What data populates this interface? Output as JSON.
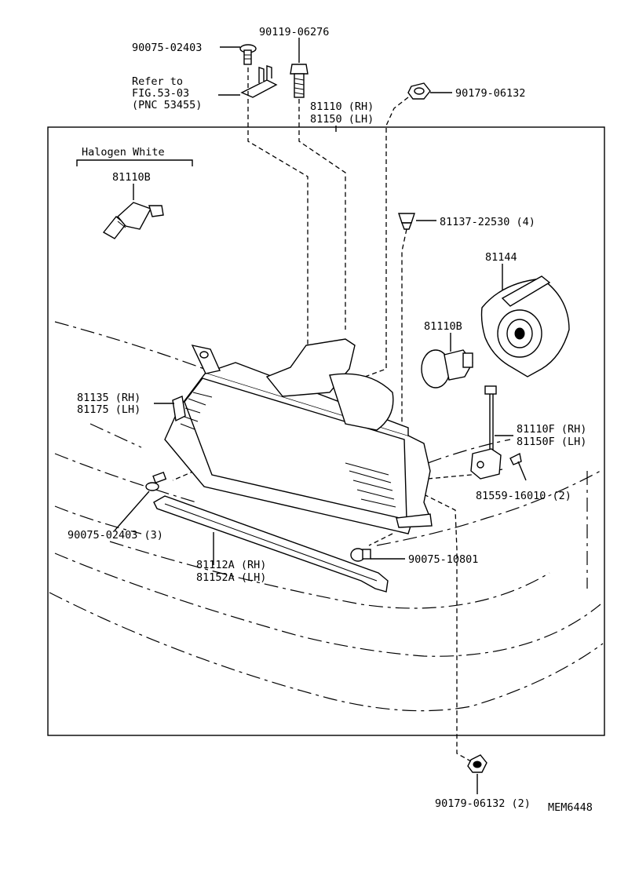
{
  "labels": {
    "screw_top": "90075-02403",
    "bolt_top": "90119-06276",
    "refer_line1": "Refer to",
    "refer_line2": "FIG.53-03",
    "refer_line3": "(PNC 53455)",
    "lamp_rh": "81110 (RH)",
    "lamp_lh": "81150 (LH)",
    "nut_top": "90179-06132",
    "halogen": "Halogen White",
    "bulb_halogen": "81110B",
    "clip": "81137-22530 (4)",
    "cover": "81144",
    "bulb_side": "81110B",
    "side_rh": "81135 (RH)",
    "side_lh": "81175 (LH)",
    "socket_rh": "81110F (RH)",
    "socket_lh": "81150F (LH)",
    "screw_socket": "81559-16010 (2)",
    "screw_left": "90075-02403 (3)",
    "screw_bottom": "90075-10801",
    "molding_rh": "81112A (RH)",
    "molding_lh": "81152A (LH)",
    "nut_bottom": "90179-06132 (2)",
    "ref_code": "MEM6448"
  }
}
